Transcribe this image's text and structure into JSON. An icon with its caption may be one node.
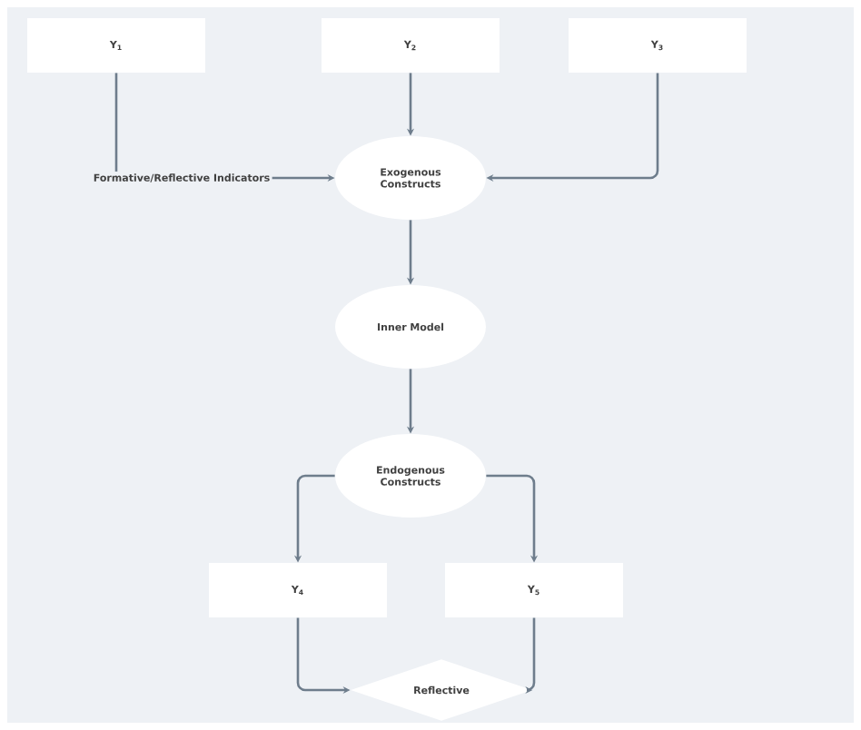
{
  "diagram": {
    "nodes": [
      {
        "text": [
          "Y$_{1}$"
        ]
      },
      {
        "text": [
          "Y$_{2}$"
        ]
      },
      {
        "text": [
          "Y$_{3}$"
        ]
      },
      {
        "text": [
          "Formative/Reflective Indicators"
        ]
      },
      {
        "text": [
          "Exogenous Constructs"
        ]
      },
      {
        "text": [
          "Inner Model"
        ]
      },
      {
        "text": [
          "Endogenous Constructs"
        ]
      },
      {
        "text": [
          "Y$_{4}$"
        ]
      },
      {
        "text": [
          "Y$_{5}$"
        ]
      },
      {
        "text": [
          "Reflective"
        ]
      }
    ],
    "edges": [
      {
        "from": 0,
        "to": 3,
        "arrow": "none"
      },
      {
        "from": 3,
        "to": 4,
        "arrow": "to"
      },
      {
        "from": 1,
        "to": 4,
        "arrow": "to"
      },
      {
        "from": 2,
        "to": 4,
        "arrow": "to"
      },
      {
        "from": 4,
        "to": 5,
        "arrow": "to"
      },
      {
        "from": 5,
        "to": 6,
        "arrow": "to"
      },
      {
        "from": 6,
        "to": 7,
        "arrow": "to"
      },
      {
        "from": 6,
        "to": 8,
        "arrow": "to"
      },
      {
        "from": 7,
        "to": 9,
        "arrow": "to"
      },
      {
        "from": 8,
        "to": 9,
        "arrow": "to"
      }
    ]
  }
}
